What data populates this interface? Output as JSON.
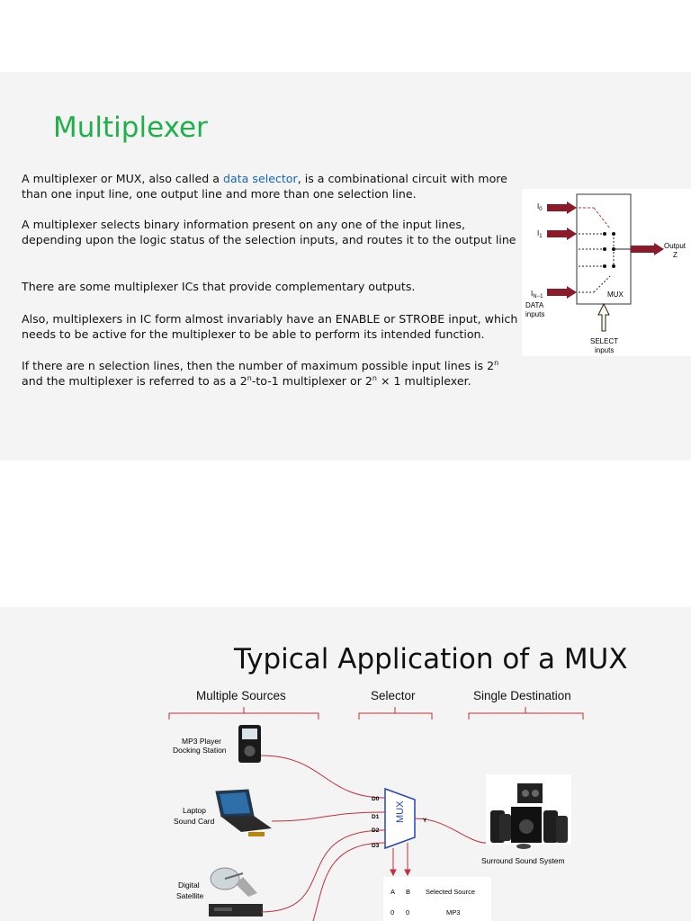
{
  "slide1": {
    "title": "Multiplexer",
    "p1_a": "A multiplexer or MUX, also called a ",
    "p1_link": "data selector",
    "p1_b": ", is a combinational circuit with more than one input line, one output line and more than one selection line.",
    "p2": "A multiplexer selects binary information present on any one of the input lines, depending upon the logic status of the selection inputs, and routes it to the output line",
    "p3": "There are some multiplexer ICs that provide complementary outputs.",
    "p4": "Also, multiplexers in IC form almost invariably have an ENABLE or STROBE input, which needs to be active for the multiplexer to be able to perform its intended function.",
    "p5_a": "If there are n selection lines, then the number of maximum possible input lines is 2",
    "p5_sup1": "n",
    "p5_b": " and the multiplexer is referred to as a 2",
    "p5_sup2": "n",
    "p5_c": "-to-1 multiplexer or 2",
    "p5_sup3": "n",
    "p5_d": " × 1 multiplexer.",
    "diagram": {
      "i0": "I",
      "i0_sub": "0",
      "i1": "I",
      "i1_sub": "1",
      "in1": "I",
      "in1_sub": "N−1",
      "data_inputs_1": "DATA",
      "data_inputs_2": "inputs",
      "mux": "MUX",
      "output_1": "Output",
      "output_2": "Z",
      "select_1": "SELECT",
      "select_2": "inputs"
    }
  },
  "slide2": {
    "title": "Typical Application of a MUX",
    "group_sources": "Multiple Sources",
    "group_selector": "Selector",
    "group_destination": "Single Destination",
    "source1_l1": "MP3 Player",
    "source1_l2": "Docking Station",
    "source2_l1": "Laptop",
    "source2_l2": "Sound Card",
    "source3_l1": "Digital",
    "source3_l2": "Satellite",
    "mux_label": "MUX",
    "d0": "D0",
    "d1": "D1",
    "d2": "D2",
    "d3": "D3",
    "y": "Y",
    "destination": "Surround Sound System",
    "table_headers": [
      "A",
      "B",
      "Selected Source"
    ],
    "table_rows": [
      [
        "0",
        "0",
        "MP3"
      ]
    ]
  }
}
